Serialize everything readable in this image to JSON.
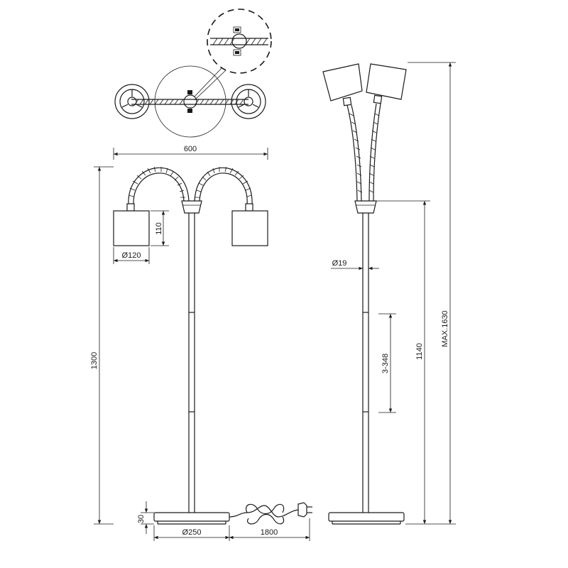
{
  "dimensions": {
    "total_width": "600",
    "shade_height": "110",
    "shade_diameter": "Ø120",
    "total_height_front": "1300",
    "base_height": "30",
    "base_diameter": "Ø250",
    "cable_length": "1800",
    "pole_diameter": "Ø19",
    "adjust_range": "3-348",
    "pole_height": "1140",
    "max_height": "MAX.1630"
  },
  "colors": {
    "line": "#1a1a1a",
    "background": "#ffffff"
  }
}
